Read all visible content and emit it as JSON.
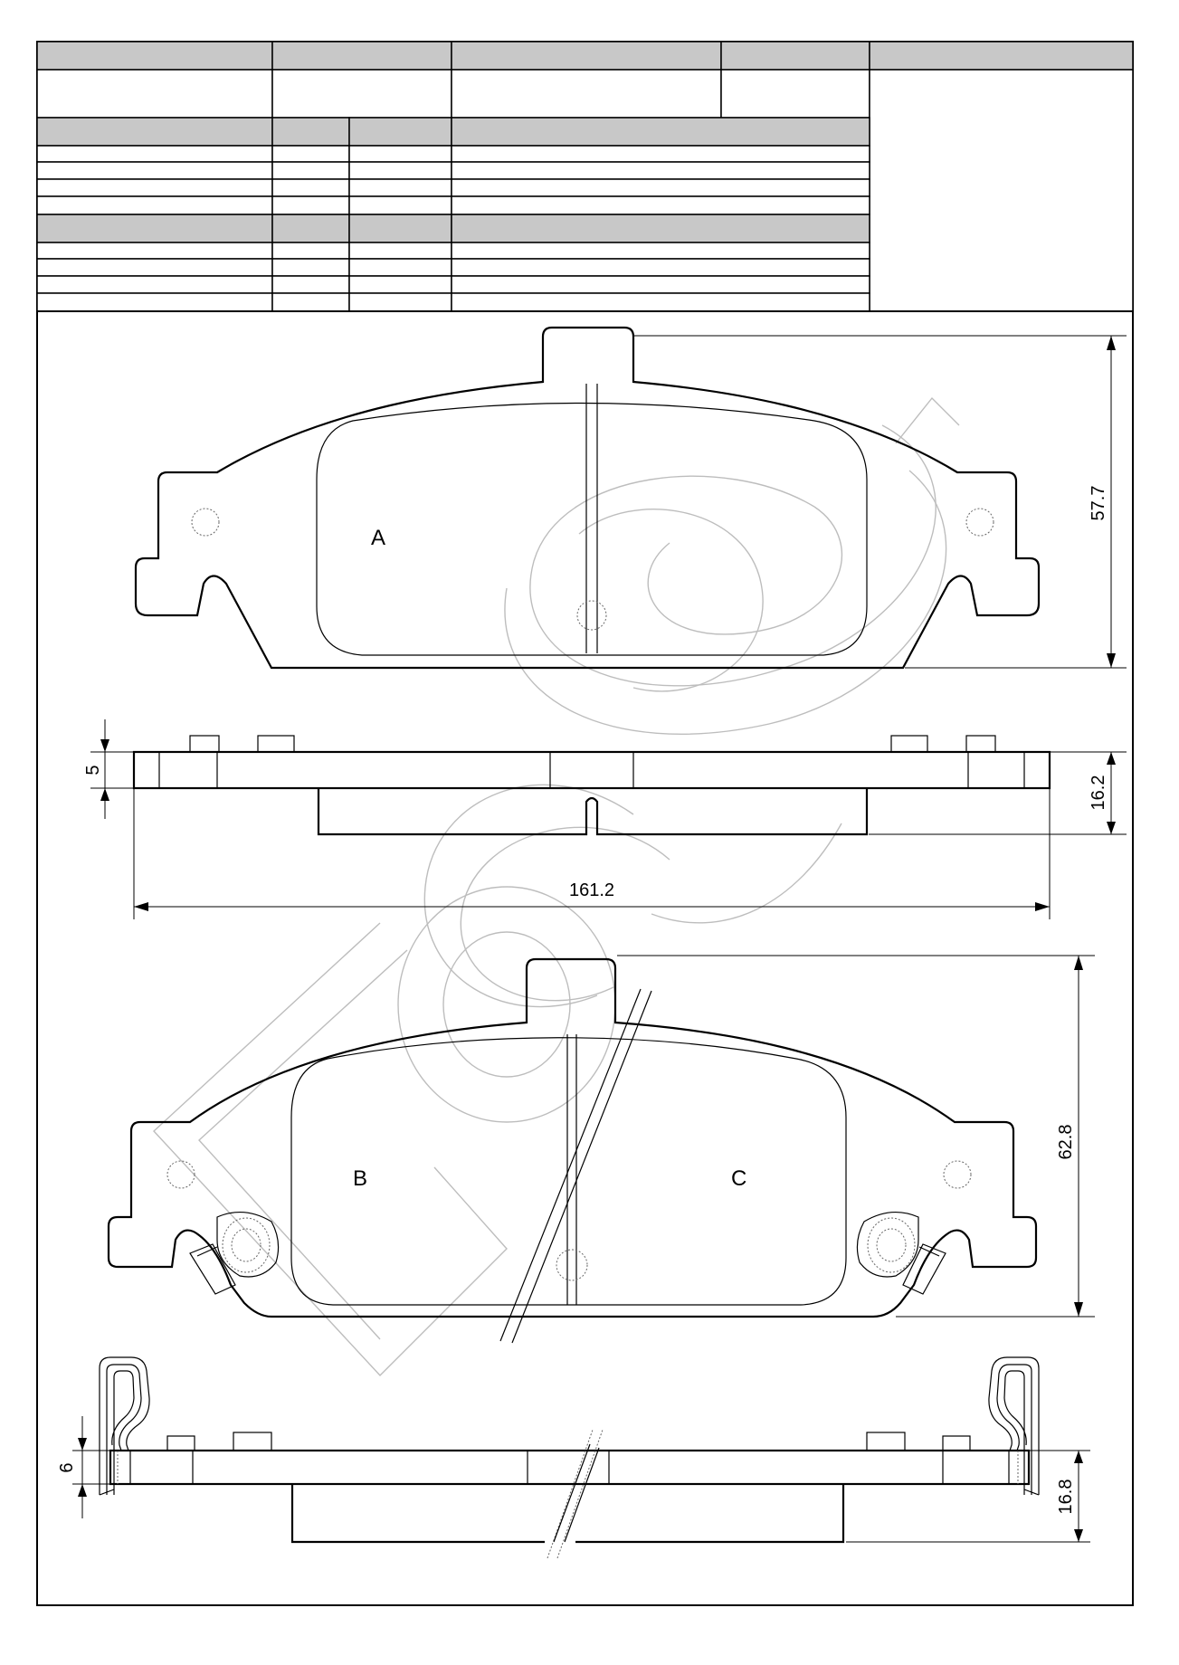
{
  "pads": {
    "top_label": "A",
    "bottom_left_label": "B",
    "bottom_right_label": "C"
  },
  "dimensions": {
    "top_height": "57.7",
    "top_thickness": "16.2",
    "top_backplate": "5",
    "width": "161.2",
    "bottom_height": "62.8",
    "bottom_thickness": "16.8",
    "bottom_backplate": "6"
  },
  "colors": {
    "header_fill": "#c8c8c8",
    "line": "#000000",
    "watermark": "#bdbdbd"
  }
}
